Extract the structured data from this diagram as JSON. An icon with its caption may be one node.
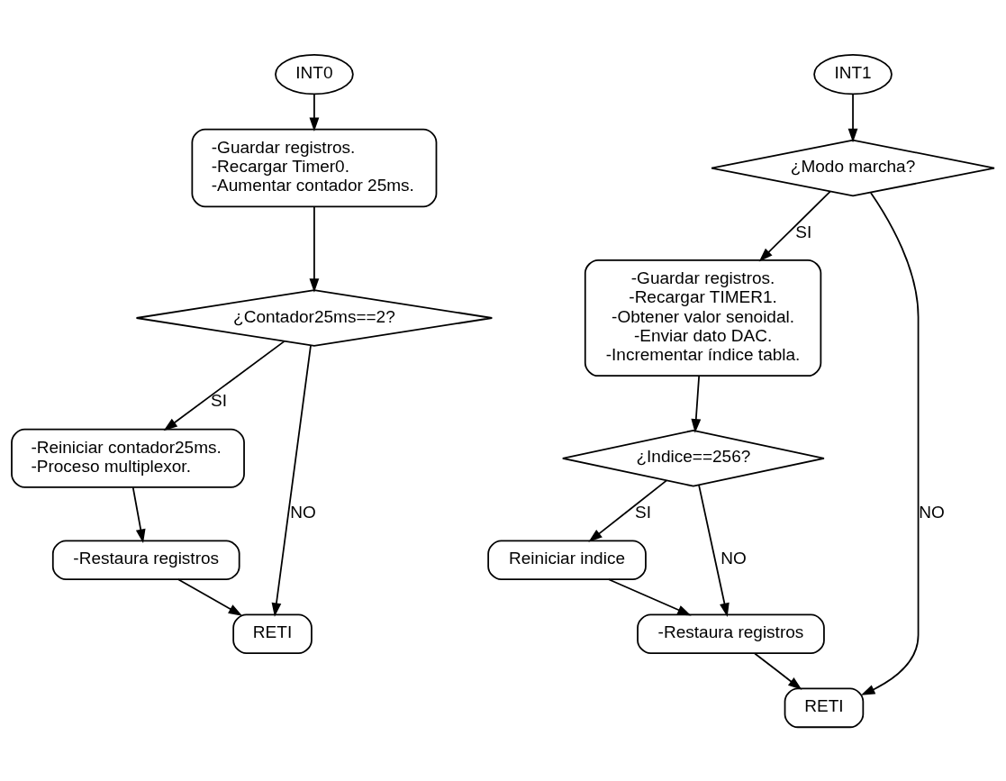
{
  "diagram": {
    "nodes": [
      {
        "text": [
          "INT0"
        ]
      },
      {
        "text": [
          "-Guardar registros.",
          "-Recargar Timer0.",
          "-Aumentar contador 25ms."
        ]
      },
      {
        "text": [
          "¿Contador25ms==2?"
        ]
      },
      {
        "text": [
          "-Reiniciar contador25ms.",
          "-Proceso multiplexor."
        ]
      },
      {
        "text": [
          "-Restaura registros"
        ]
      },
      {
        "text": [
          "RETI"
        ]
      },
      {
        "text": [
          "INT1"
        ]
      },
      {
        "text": [
          "¿Modo marcha?"
        ]
      },
      {
        "text": [
          "-Guardar registros.",
          "-Recargar TIMER1.",
          "-Obtener valor senoidal.",
          "-Enviar dato DAC.",
          "-Incrementar índice tabla."
        ]
      },
      {
        "text": [
          "¿Indice==256?"
        ]
      },
      {
        "text": [
          "Reiniciar indice"
        ]
      },
      {
        "text": [
          "-Restaura registros"
        ]
      },
      {
        "text": [
          "RETI"
        ]
      }
    ],
    "edges": [
      {
        "from": 0,
        "to": 1,
        "arrow": "to"
      },
      {
        "from": 1,
        "to": 2,
        "arrow": "to"
      },
      {
        "from": 2,
        "to": 3,
        "arrow": "to",
        "label": "SI"
      },
      {
        "from": 2,
        "to": 5,
        "arrow": "to",
        "label": "NO"
      },
      {
        "from": 3,
        "to": 4,
        "arrow": "to"
      },
      {
        "from": 4,
        "to": 5,
        "arrow": "to"
      },
      {
        "from": 6,
        "to": 7,
        "arrow": "to"
      },
      {
        "from": 7,
        "to": 8,
        "arrow": "to",
        "label": "SI"
      },
      {
        "from": 7,
        "to": 12,
        "arrow": "to",
        "label": "NO"
      },
      {
        "from": 8,
        "to": 9,
        "arrow": "to"
      },
      {
        "from": 9,
        "to": 10,
        "arrow": "to",
        "label": "SI"
      },
      {
        "from": 9,
        "to": 11,
        "arrow": "to",
        "label": "NO"
      },
      {
        "from": 10,
        "to": 11,
        "arrow": "to"
      },
      {
        "from": 11,
        "to": 12,
        "arrow": "to"
      }
    ]
  }
}
